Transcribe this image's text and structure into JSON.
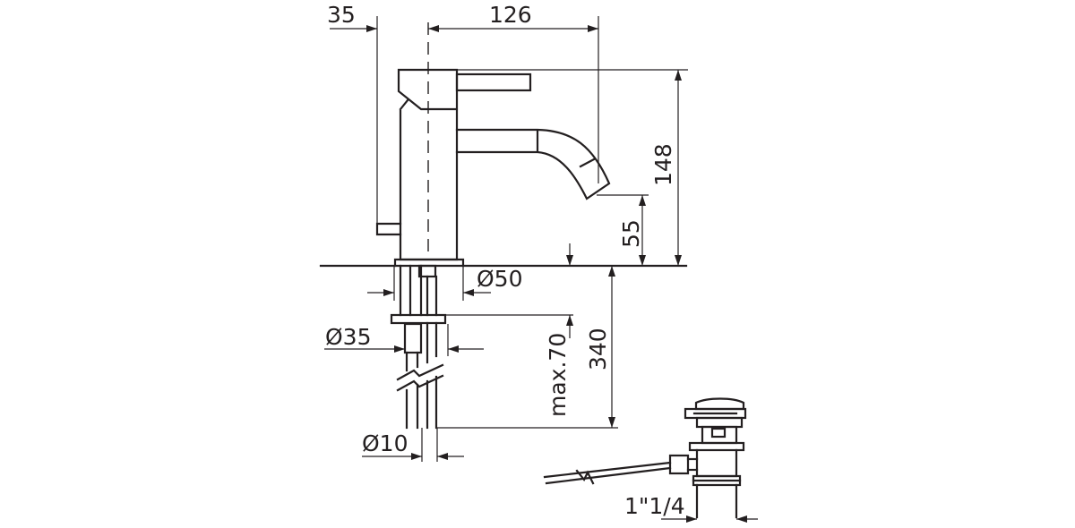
{
  "diagram": {
    "colors": {
      "ink": "#231f20",
      "background": "#ffffff"
    },
    "dimensions": {
      "lever_offset": "35",
      "spout_reach": "126",
      "overall_height": "148",
      "spout_height": "55",
      "base_diameter": "Ø50",
      "shank_diameter": "Ø35",
      "deck_thickness": "max.70",
      "shank_length": "340",
      "hose_diameter": "Ø10",
      "waste_thread": "1\"1/4"
    }
  }
}
